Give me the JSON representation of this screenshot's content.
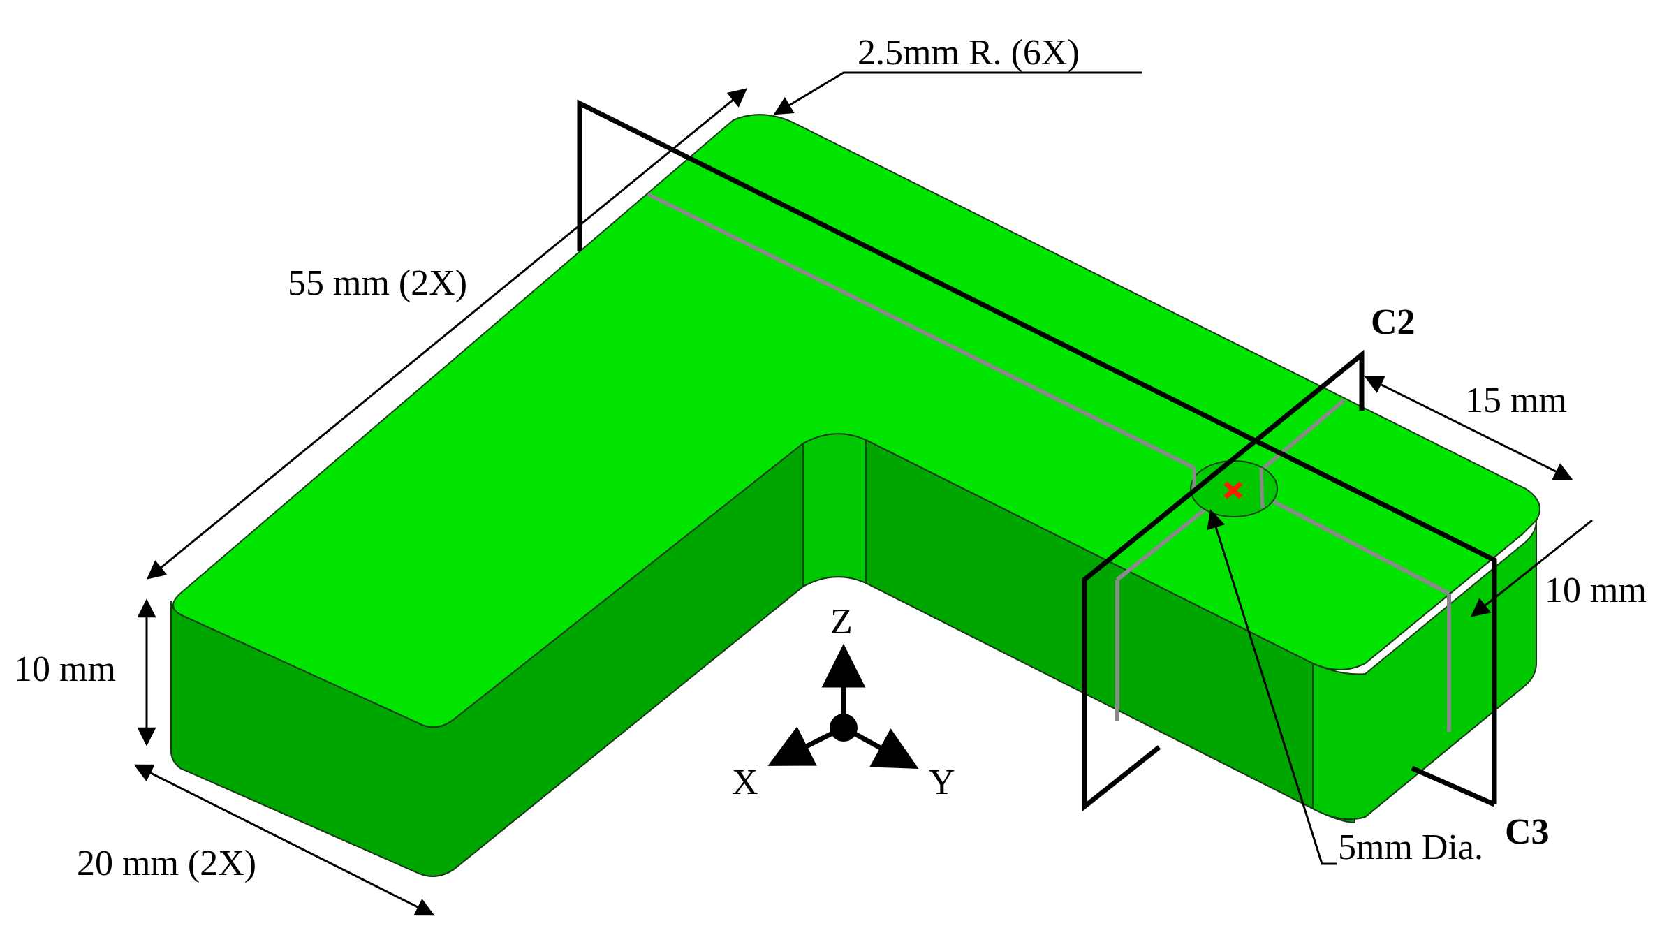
{
  "labels": {
    "radius": "2.5mm R. (6X)",
    "length": "55 mm (2X)",
    "width_15": "15 mm",
    "height_left": "10 mm",
    "height_right": "10 mm",
    "width_20": "20 mm (2X)",
    "hole": "5mm Dia.",
    "c2": "C2",
    "c3": "C3"
  },
  "axes": {
    "x": "X",
    "y": "Y",
    "z": "Z"
  },
  "colors": {
    "top_face": "#00e400",
    "side_face": "#00a600",
    "side_face_light": "#00c800",
    "edge": "#1a3a1a",
    "seam": "#8a8a8a",
    "marker": "#ff1a00",
    "plane": "#000000"
  }
}
